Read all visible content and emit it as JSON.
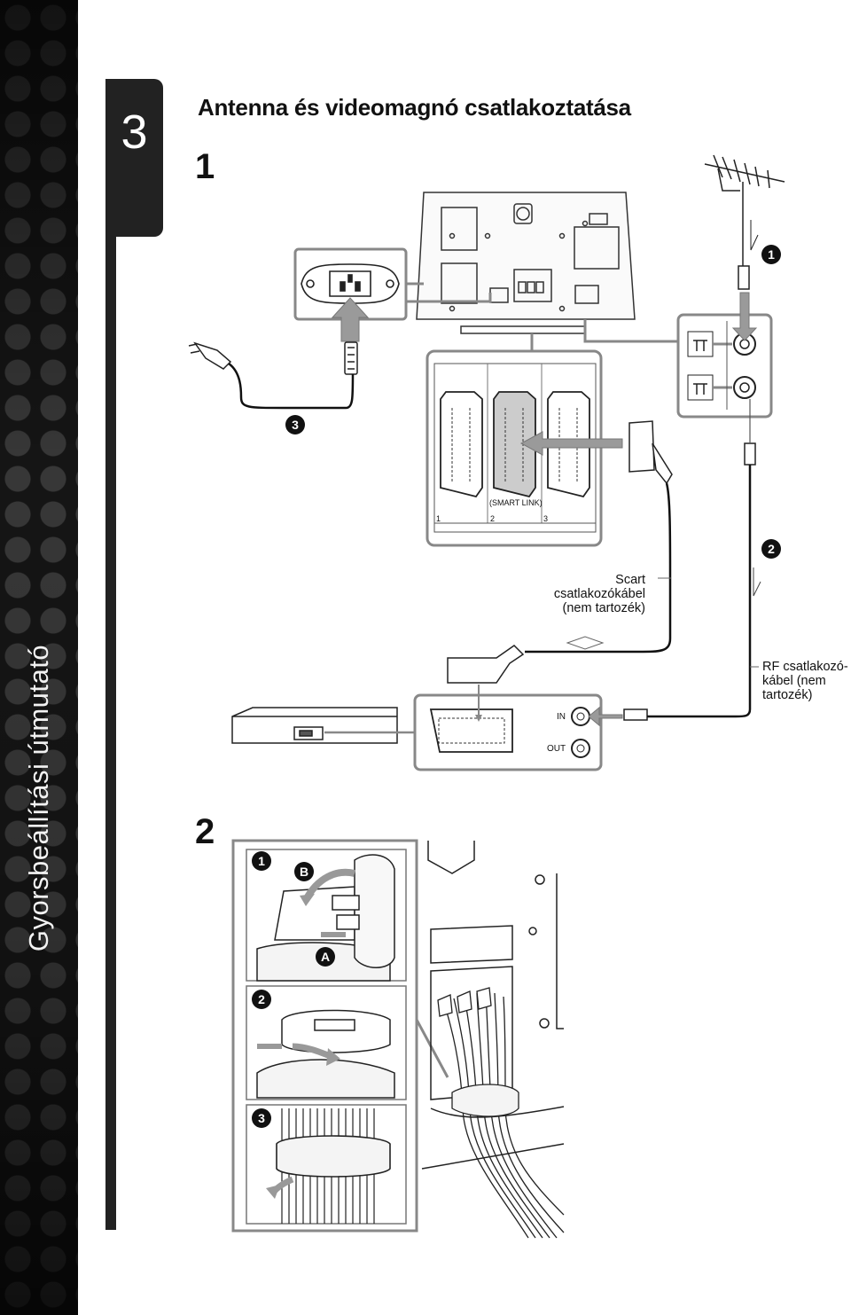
{
  "sidebar": {
    "title": "Gyorsbeállítási útmutató"
  },
  "page": {
    "step_number": "3",
    "title": "Antenna és videomagnó csatlakoztatása"
  },
  "steps": [
    "1",
    "2"
  ],
  "callouts": {
    "antenna": "1",
    "rf_cable": "2",
    "power": "3",
    "clip_1": "1",
    "clip_2": "2",
    "clip_3": "3",
    "clip_a": "A",
    "clip_b": "B"
  },
  "labels": {
    "scart_caption": "Scart csatlakozókábel (nem tartozék)",
    "rf_caption": "RF csatlakozó-kábel (nem tartozék)",
    "smart_link": "(SMART LINK)",
    "scart_1": "1",
    "scart_2": "2",
    "scart_3": "3",
    "vcr_in": "IN",
    "vcr_out": "OUT"
  },
  "icons": [
    "power-plug-icon",
    "antenna-icon",
    "scart-plug-icon",
    "rf-plug-icon",
    "tv-back-icon",
    "vcr-icon",
    "cable-clip-icon"
  ]
}
